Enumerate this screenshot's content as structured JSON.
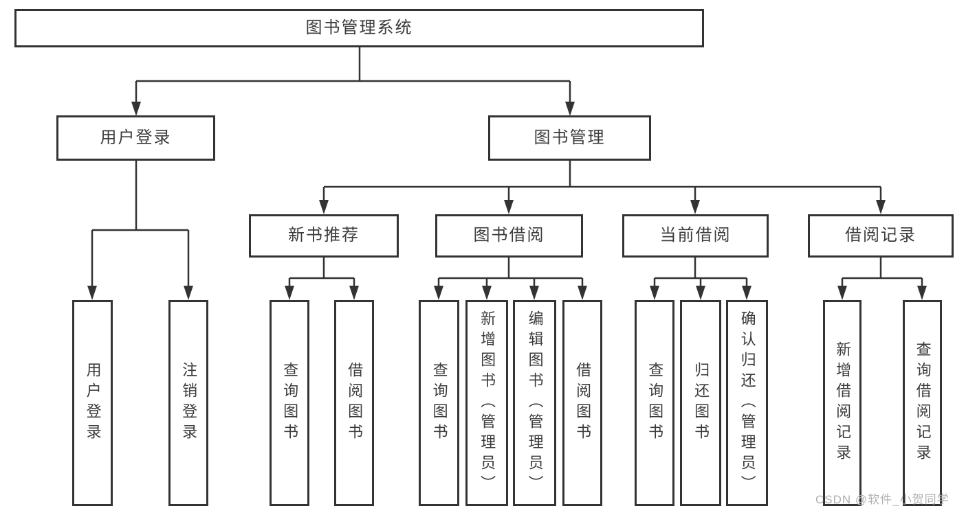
{
  "colors": {
    "line": "#333333",
    "box_border": "#333333",
    "text": "#3b3b3b",
    "watermark": "#b0b0b0",
    "background": "#ffffff"
  },
  "tree": {
    "label": "图书管理系统",
    "children": [
      {
        "label": "用户登录",
        "children": [
          {
            "label": "用户登录"
          },
          {
            "label": "注销登录"
          }
        ]
      },
      {
        "label": "图书管理",
        "children": [
          {
            "label": "新书推荐",
            "children": [
              {
                "label": "查询图书"
              },
              {
                "label": "借阅图书"
              }
            ]
          },
          {
            "label": "图书借阅",
            "children": [
              {
                "label": "查询图书"
              },
              {
                "label": "新增图书（管理员）"
              },
              {
                "label": "编辑图书（管理员）"
              },
              {
                "label": "借阅图书"
              }
            ]
          },
          {
            "label": "当前借阅",
            "children": [
              {
                "label": "查询图书"
              },
              {
                "label": "归还图书"
              },
              {
                "label": "确认归还（管理员）"
              }
            ]
          },
          {
            "label": "借阅记录",
            "children": [
              {
                "label": "新增借阅记录"
              },
              {
                "label": "查询借阅记录"
              }
            ]
          }
        ]
      }
    ]
  },
  "watermark": {
    "text": "CSDN @软件_小贺同学"
  }
}
